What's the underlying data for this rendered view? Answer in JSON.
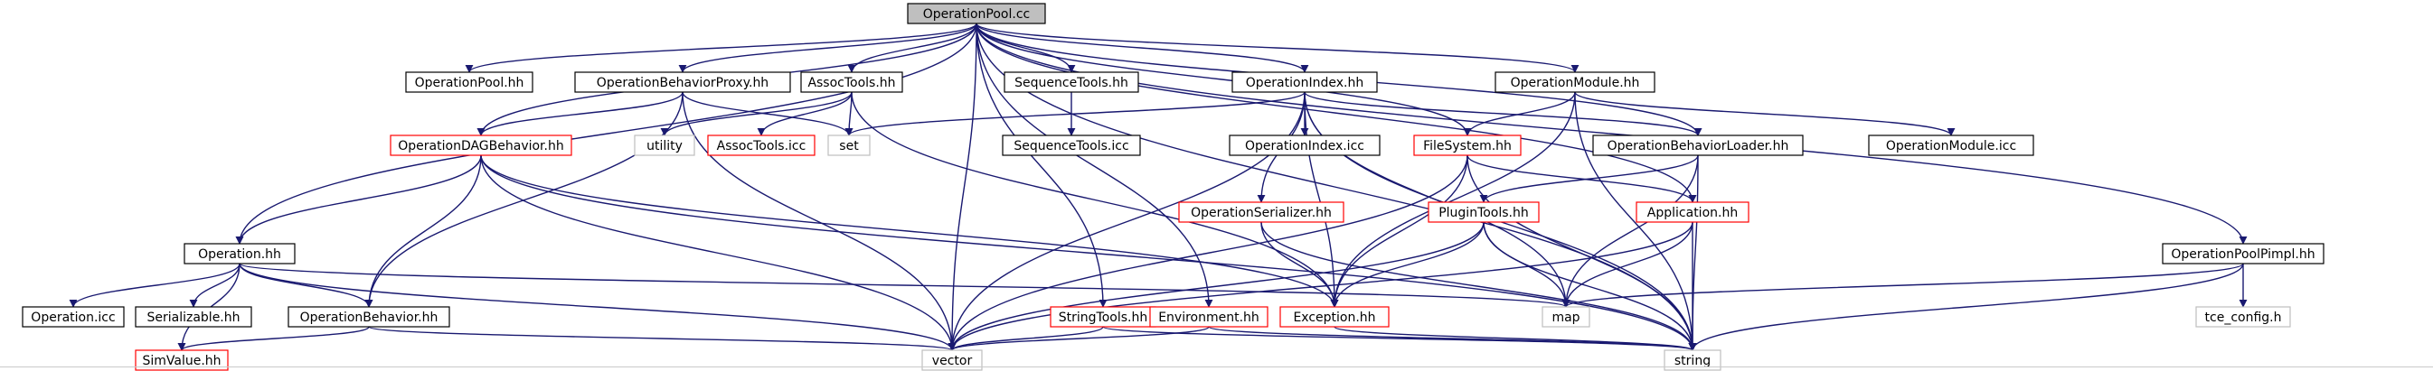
{
  "colors": {
    "edge": "#191970",
    "root_fill": "#bfbfbf",
    "normal_stroke": "#000000",
    "truncated_stroke": "#ff0000",
    "external_stroke": "#bfbfbf",
    "external_text": "#7f7f7f",
    "node_fill": "#ffffff"
  },
  "nodes": {
    "operation_pool_cc": "OperationPool.cc",
    "operation_pool_hh": "OperationPool.hh",
    "operation_behavior_proxy_hh": "OperationBehaviorProxy.hh",
    "assoc_tools_hh": "AssocTools.hh",
    "sequence_tools_hh": "SequenceTools.hh",
    "operation_index_hh": "OperationIndex.hh",
    "operation_module_hh": "OperationModule.hh",
    "operation_dag_behavior_hh": "OperationDAGBehavior.hh",
    "utility": "utility",
    "assoc_tools_icc": "AssocTools.icc",
    "set": "set",
    "sequence_tools_icc": "SequenceTools.icc",
    "operation_index_icc": "OperationIndex.icc",
    "file_system_hh": "FileSystem.hh",
    "operation_behavior_loader_hh": "OperationBehaviorLoader.hh",
    "operation_module_icc": "OperationModule.icc",
    "operation_hh": "Operation.hh",
    "operation_serializer_hh": "OperationSerializer.hh",
    "plugin_tools_hh": "PluginTools.hh",
    "application_hh": "Application.hh",
    "operation_pool_pimpl_hh": "OperationPoolPimpl.hh",
    "operation_icc": "Operation.icc",
    "serializable_hh": "Serializable.hh",
    "operation_behavior_hh": "OperationBehavior.hh",
    "string_tools_hh": "StringTools.hh",
    "environment_hh": "Environment.hh",
    "exception_hh": "Exception.hh",
    "map": "map",
    "tce_config_h": "tce_config.h",
    "sim_value_hh": "SimValue.hh",
    "vector": "vector",
    "string": "string"
  },
  "edges": [
    [
      "operation_pool_cc",
      "operation_pool_hh"
    ],
    [
      "operation_pool_cc",
      "operation_behavior_proxy_hh"
    ],
    [
      "operation_pool_cc",
      "assoc_tools_hh"
    ],
    [
      "operation_pool_cc",
      "sequence_tools_hh"
    ],
    [
      "operation_pool_cc",
      "operation_index_hh"
    ],
    [
      "operation_pool_cc",
      "operation_module_hh"
    ],
    [
      "operation_pool_cc",
      "operation_dag_behavior_hh"
    ],
    [
      "operation_pool_cc",
      "operation_hh"
    ],
    [
      "operation_pool_cc",
      "file_system_hh"
    ],
    [
      "operation_pool_cc",
      "operation_behavior_loader_hh"
    ],
    [
      "operation_pool_cc",
      "application_hh"
    ],
    [
      "operation_pool_cc",
      "operation_pool_pimpl_hh"
    ],
    [
      "operation_pool_cc",
      "string_tools_hh"
    ],
    [
      "operation_pool_cc",
      "environment_hh"
    ],
    [
      "operation_pool_cc",
      "vector"
    ],
    [
      "operation_pool_cc",
      "string"
    ],
    [
      "operation_behavior_proxy_hh",
      "operation_dag_behavior_hh"
    ],
    [
      "operation_behavior_proxy_hh",
      "operation_behavior_hh"
    ],
    [
      "operation_behavior_proxy_hh",
      "set"
    ],
    [
      "operation_behavior_proxy_hh",
      "vector"
    ],
    [
      "assoc_tools_hh",
      "utility"
    ],
    [
      "assoc_tools_hh",
      "assoc_tools_icc"
    ],
    [
      "assoc_tools_hh",
      "set"
    ],
    [
      "assoc_tools_hh",
      "exception_hh"
    ],
    [
      "sequence_tools_hh",
      "sequence_tools_icc"
    ],
    [
      "operation_index_hh",
      "set"
    ],
    [
      "operation_index_hh",
      "operation_index_icc"
    ],
    [
      "operation_index_hh",
      "operation_behavior_loader_hh"
    ],
    [
      "operation_index_hh",
      "operation_serializer_hh"
    ],
    [
      "operation_index_hh",
      "exception_hh"
    ],
    [
      "operation_index_hh",
      "map"
    ],
    [
      "operation_index_hh",
      "vector"
    ],
    [
      "operation_index_hh",
      "string"
    ],
    [
      "operation_module_hh",
      "file_system_hh"
    ],
    [
      "operation_module_hh",
      "operation_module_icc"
    ],
    [
      "operation_module_hh",
      "exception_hh"
    ],
    [
      "operation_module_hh",
      "string"
    ],
    [
      "operation_dag_behavior_hh",
      "operation_hh"
    ],
    [
      "operation_dag_behavior_hh",
      "operation_behavior_hh"
    ],
    [
      "operation_dag_behavior_hh",
      "exception_hh"
    ],
    [
      "operation_dag_behavior_hh",
      "vector"
    ],
    [
      "operation_dag_behavior_hh",
      "string"
    ],
    [
      "file_system_hh",
      "application_hh"
    ],
    [
      "file_system_hh",
      "exception_hh"
    ],
    [
      "file_system_hh",
      "vector"
    ],
    [
      "file_system_hh",
      "string"
    ],
    [
      "operation_behavior_loader_hh",
      "plugin_tools_hh"
    ],
    [
      "operation_behavior_loader_hh",
      "map"
    ],
    [
      "operation_behavior_loader_hh",
      "string"
    ],
    [
      "operation_hh",
      "operation_icc"
    ],
    [
      "operation_hh",
      "serializable_hh"
    ],
    [
      "operation_hh",
      "operation_behavior_hh"
    ],
    [
      "operation_hh",
      "sim_value_hh"
    ],
    [
      "operation_hh",
      "map"
    ],
    [
      "operation_hh",
      "vector"
    ],
    [
      "operation_serializer_hh",
      "exception_hh"
    ],
    [
      "operation_serializer_hh",
      "string"
    ],
    [
      "plugin_tools_hh",
      "exception_hh"
    ],
    [
      "plugin_tools_hh",
      "map"
    ],
    [
      "plugin_tools_hh",
      "vector"
    ],
    [
      "plugin_tools_hh",
      "string"
    ],
    [
      "application_hh",
      "map"
    ],
    [
      "application_hh",
      "vector"
    ],
    [
      "application_hh",
      "string"
    ],
    [
      "operation_pool_pimpl_hh",
      "map"
    ],
    [
      "operation_pool_pimpl_hh",
      "tce_config_h"
    ],
    [
      "operation_pool_pimpl_hh",
      "string"
    ],
    [
      "operation_behavior_hh",
      "sim_value_hh"
    ],
    [
      "operation_behavior_hh",
      "vector"
    ],
    [
      "string_tools_hh",
      "vector"
    ],
    [
      "string_tools_hh",
      "string"
    ],
    [
      "environment_hh",
      "vector"
    ],
    [
      "environment_hh",
      "string"
    ],
    [
      "exception_hh",
      "string"
    ]
  ]
}
